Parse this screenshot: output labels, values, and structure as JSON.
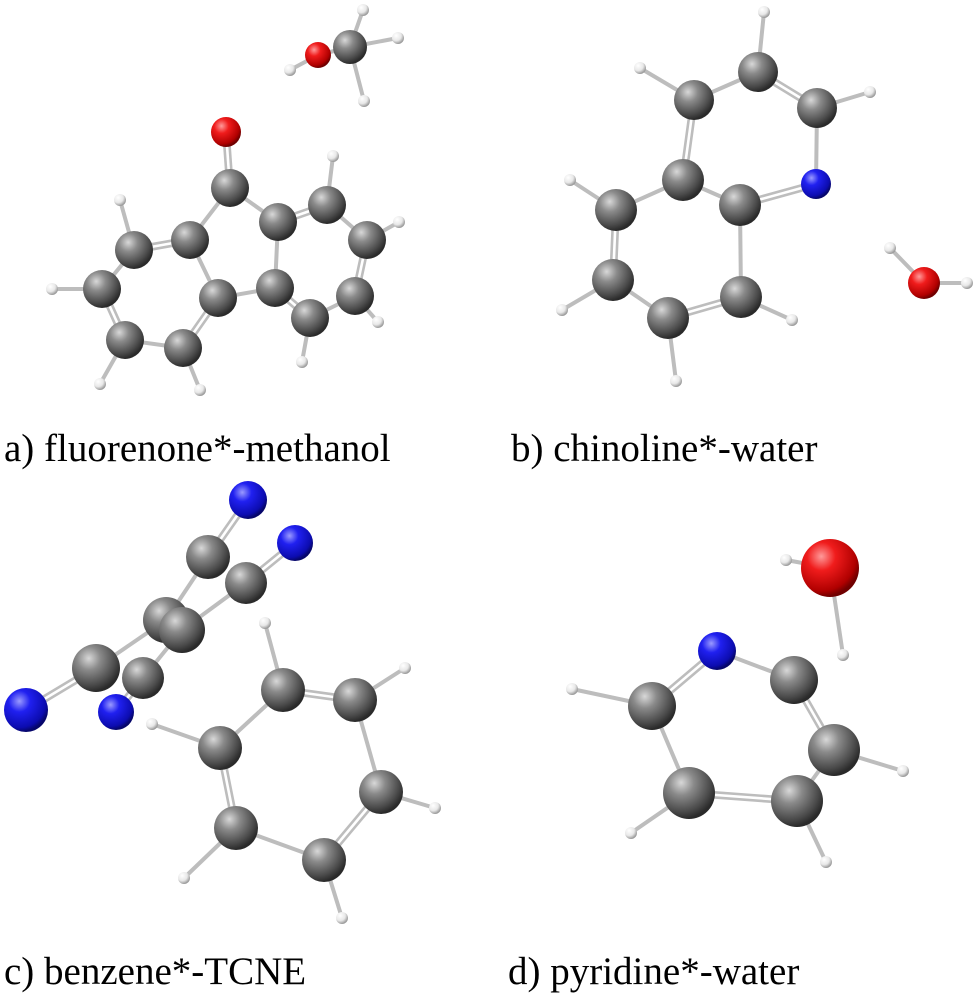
{
  "panels": [
    {
      "id": "a",
      "caption": "a) fluorenone*-methanol"
    },
    {
      "id": "b",
      "caption": "b) chinoline*-water"
    },
    {
      "id": "c",
      "caption": "c) benzene*-TCNE"
    },
    {
      "id": "d",
      "caption": "d) pyridine*-water"
    }
  ],
  "colors": {
    "carbon": "#5a5a5a",
    "hydrogen": "#f2f2f2",
    "oxygen": "#e0141a",
    "nitrogen": "#1a1ae6"
  }
}
